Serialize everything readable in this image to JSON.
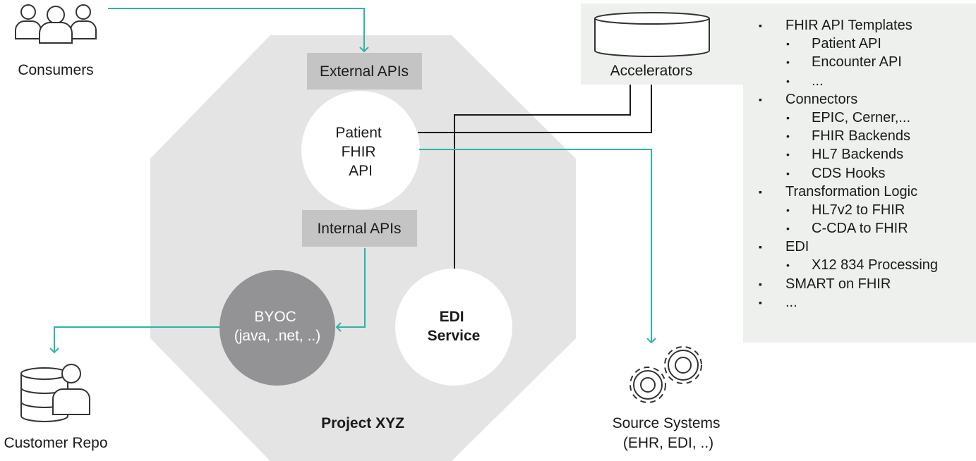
{
  "diagram": {
    "consumers_label": "Consumers",
    "external_apis_label": "External APIs",
    "patient_fhir_api_label": [
      "Patient",
      "FHIR",
      "API"
    ],
    "internal_apis_label": "Internal APIs",
    "byoc_label": [
      "BYOC",
      "(java, .net, ..)"
    ],
    "edi_service_label": [
      "EDI",
      "Service"
    ],
    "project_label": "Project XYZ",
    "customer_repo_label": "Customer Repo",
    "accelerators_label": "Accelerators",
    "source_systems_label": [
      "Source Systems",
      "(EHR, EDI, ..)"
    ]
  },
  "colors": {
    "teal_arrow": "#2bb5a6",
    "octagon_fill": "#e4e4e4",
    "api_box_fill": "#c4c4c4",
    "byoc_fill": "#939395",
    "icon_stroke": "#333333",
    "panel_fill": "#eef0ee"
  },
  "features": [
    {
      "level": 1,
      "bullet": "▪",
      "label": "FHIR API Templates"
    },
    {
      "level": 2,
      "bullet": "•",
      "label": "Patient API"
    },
    {
      "level": 2,
      "bullet": "•",
      "label": "Encounter API"
    },
    {
      "level": 2,
      "bullet": "•",
      "label": "..."
    },
    {
      "level": 1,
      "bullet": "▪",
      "label": "Connectors"
    },
    {
      "level": 2,
      "bullet": "•",
      "label": "EPIC, Cerner,..."
    },
    {
      "level": 2,
      "bullet": "•",
      "label": "FHIR Backends"
    },
    {
      "level": 2,
      "bullet": "•",
      "label": "HL7 Backends"
    },
    {
      "level": 2,
      "bullet": "•",
      "label": "CDS Hooks"
    },
    {
      "level": 1,
      "bullet": "▪",
      "label": "Transformation Logic"
    },
    {
      "level": 2,
      "bullet": "•",
      "label": "HL7v2 to FHIR"
    },
    {
      "level": 2,
      "bullet": "•",
      "label": "C-CDA to FHIR"
    },
    {
      "level": 1,
      "bullet": "▪",
      "label": "EDI"
    },
    {
      "level": 2,
      "bullet": "•",
      "label": "X12 834 Processing"
    },
    {
      "level": 1,
      "bullet": "▪",
      "label": "SMART on FHIR"
    },
    {
      "level": 1,
      "bullet": "▪",
      "label": "..."
    }
  ]
}
